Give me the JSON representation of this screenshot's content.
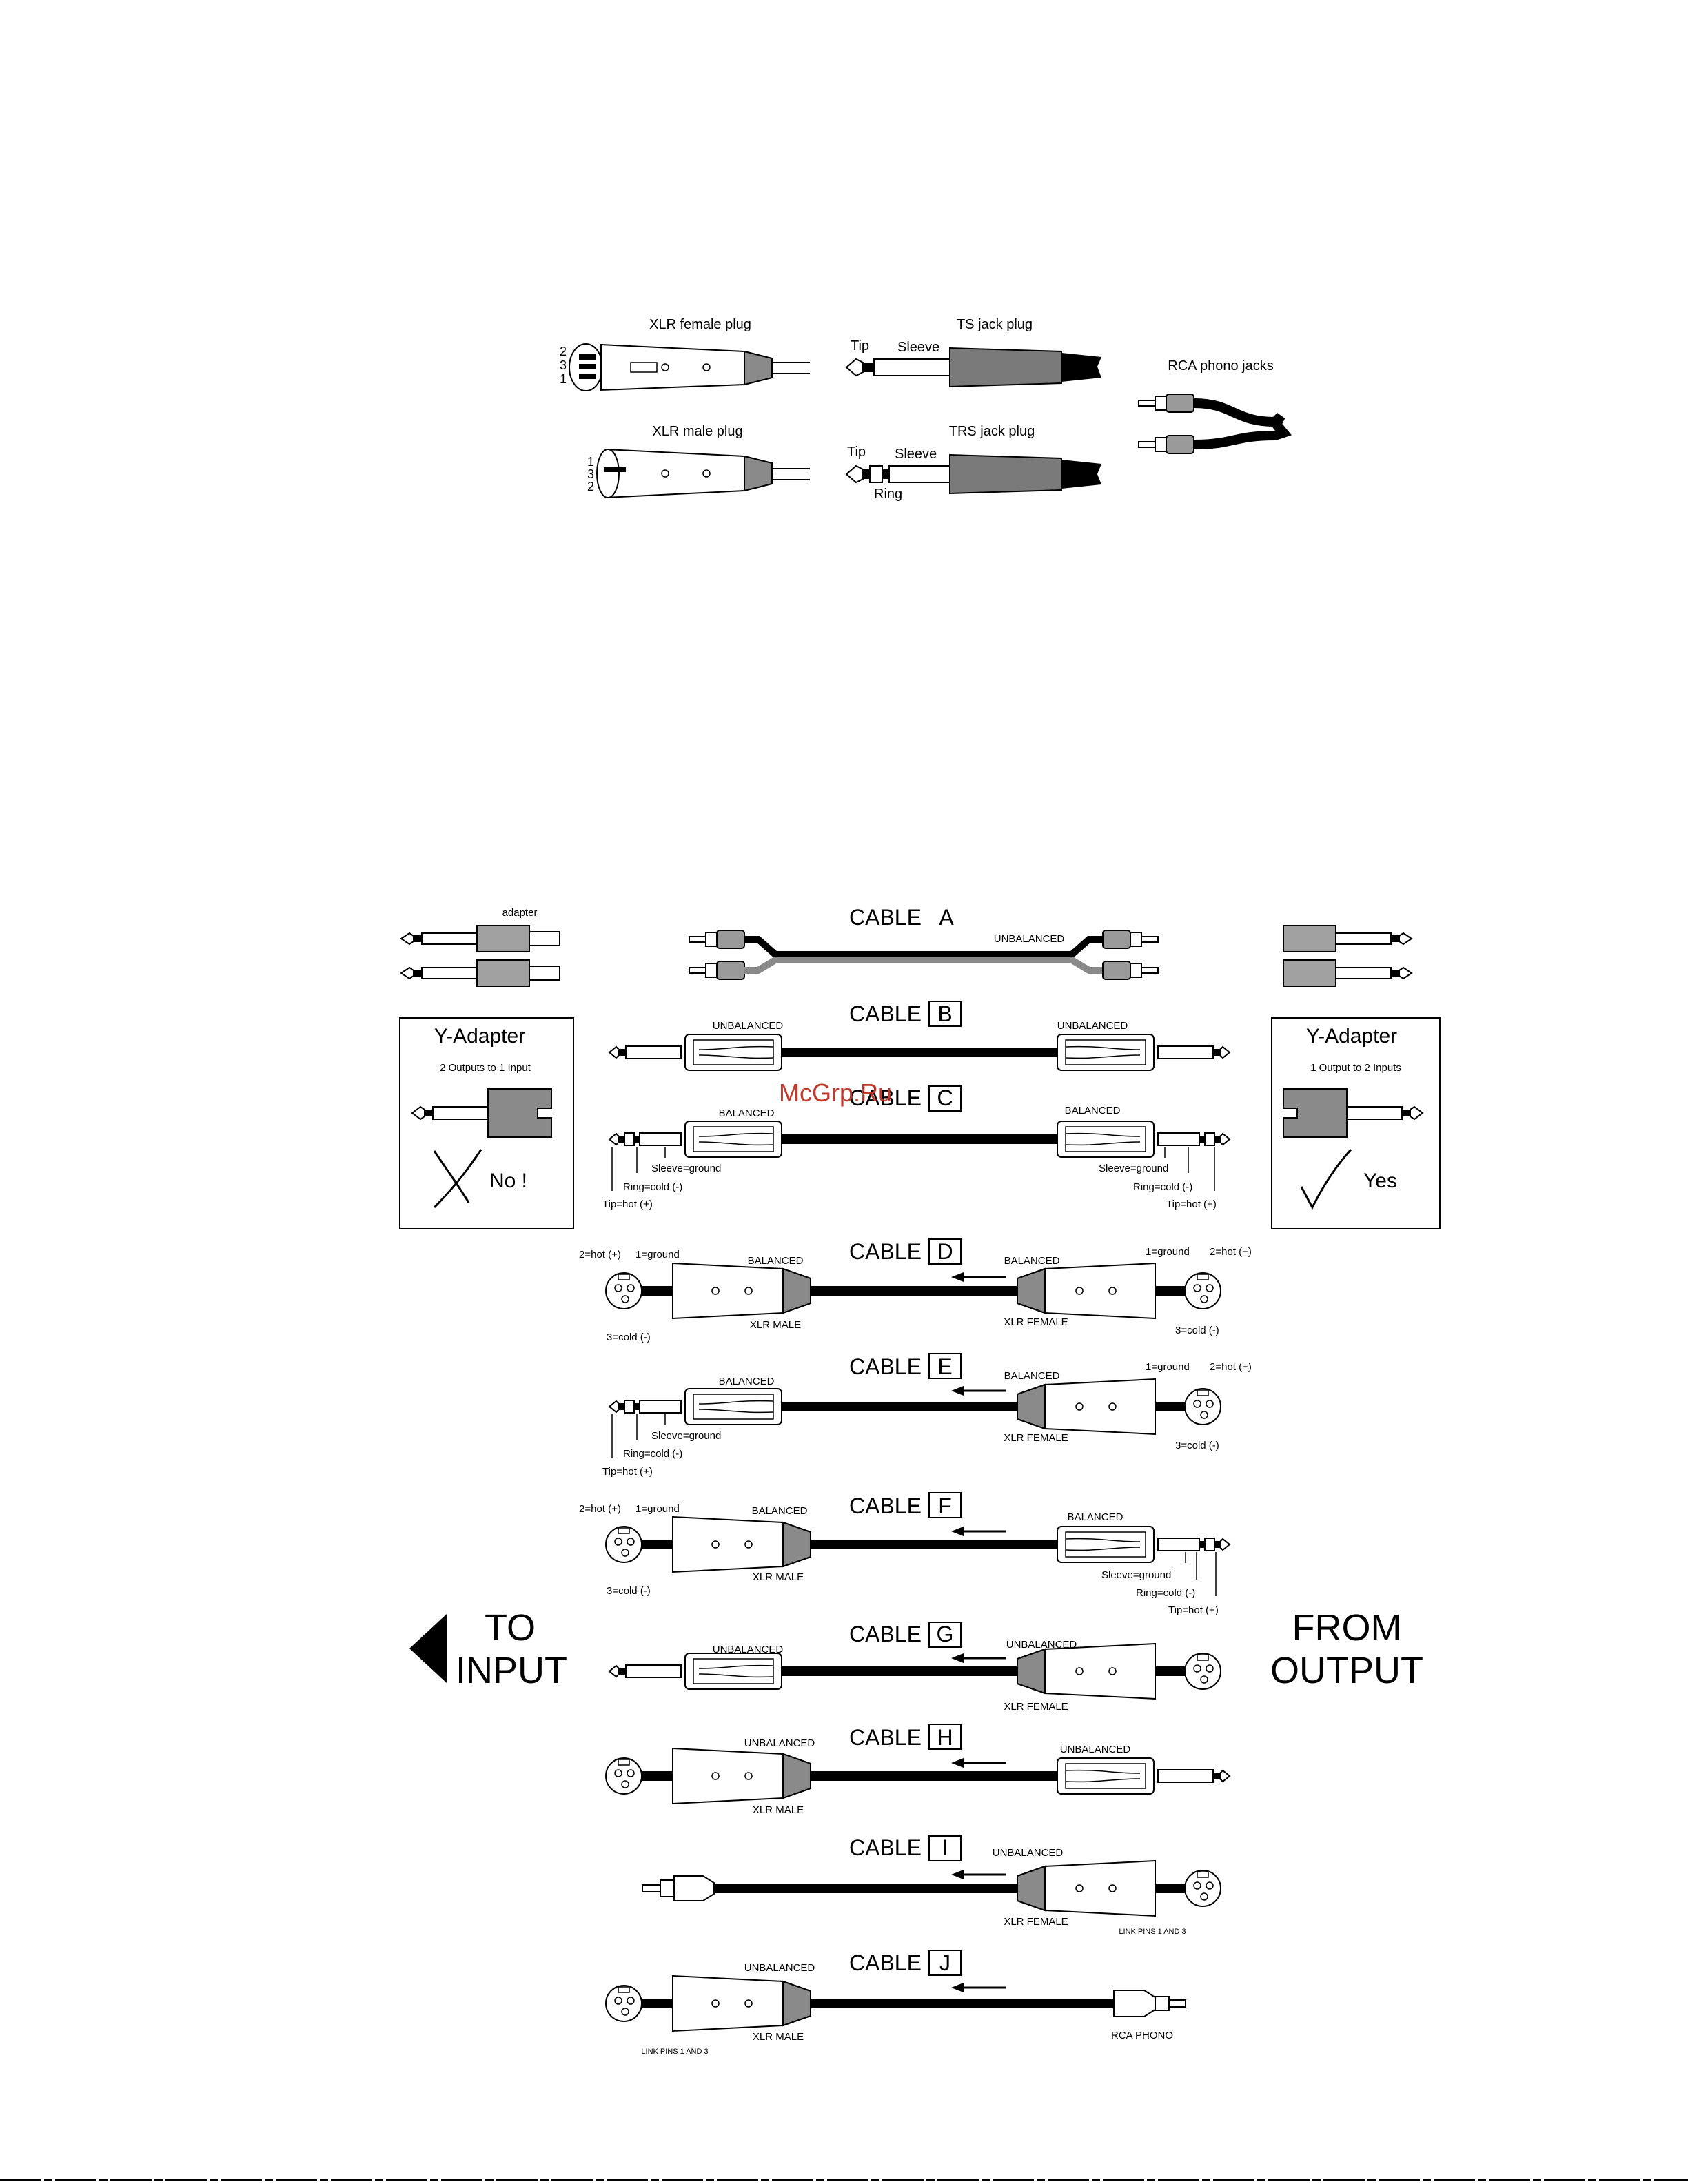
{
  "connector_legend": {
    "xlr_female": {
      "title": "XLR female plug",
      "pins": [
        "2",
        "3",
        "1"
      ]
    },
    "xlr_male": {
      "title": "XLR male plug",
      "pins": [
        "1",
        "3",
        "2"
      ]
    },
    "ts_jack": {
      "title": "TS jack plug",
      "tip": "Tip",
      "sleeve": "Sleeve"
    },
    "trs_jack": {
      "title": "TRS jack plug",
      "tip": "Tip",
      "sleeve": "Sleeve",
      "ring": "Ring"
    },
    "rca": {
      "title": "RCA phono jacks"
    }
  },
  "adapter": {
    "label": "adapter"
  },
  "y_left": {
    "title": "Y-Adapter",
    "subtitle": "2 Outputs to 1 Input",
    "verdict": "No !"
  },
  "y_right": {
    "title": "Y-Adapter",
    "subtitle": "1 Output to 2 Inputs",
    "verdict": "Yes"
  },
  "to_input": {
    "line1": "TO",
    "line2": "INPUT"
  },
  "from_output": {
    "line1": "FROM",
    "line2": "OUTPUT"
  },
  "watermark": "McGrp.Ru",
  "cable_word": "CABLE",
  "cables": [
    {
      "letter": "A",
      "right_label": "UNBALANCED"
    },
    {
      "letter": "B",
      "left_label": "UNBALANCED",
      "right_label": "UNBALANCED"
    },
    {
      "letter": "C",
      "left_label": "BALANCED",
      "right_label": "BALANCED",
      "left_sleeve": "Sleeve=ground",
      "left_ring": "Ring=cold (-)",
      "left_tip": "Tip=hot (+)",
      "right_sleeve": "Sleeve=ground",
      "right_ring": "Ring=cold (-)",
      "right_tip": "Tip=hot (+)"
    },
    {
      "letter": "D",
      "left_label": "BALANCED",
      "right_label": "BALANCED",
      "left_type": "XLR MALE",
      "right_type": "XLR FEMALE",
      "left_hot": "2=hot (+)",
      "left_ground": "1=ground",
      "left_cold": "3=cold (-)",
      "right_ground": "1=ground",
      "right_hot": "2=hot (+)",
      "right_cold": "3=cold (-)"
    },
    {
      "letter": "E",
      "left_label": "BALANCED",
      "right_label": "BALANCED",
      "right_type": "XLR FEMALE",
      "left_sleeve": "Sleeve=ground",
      "left_ring": "Ring=cold (-)",
      "left_tip": "Tip=hot (+)",
      "right_ground": "1=ground",
      "right_hot": "2=hot (+)",
      "right_cold": "3=cold (-)"
    },
    {
      "letter": "F",
      "left_label": "BALANCED",
      "right_label": "BALANCED",
      "left_type": "XLR MALE",
      "left_hot": "2=hot (+)",
      "left_ground": "1=ground",
      "left_cold": "3=cold (-)",
      "right_sleeve": "Sleeve=ground",
      "right_ring": "Ring=cold (-)",
      "right_tip": "Tip=hot (+)"
    },
    {
      "letter": "G",
      "left_label": "UNBALANCED",
      "right_label": "UNBALANCED",
      "right_type": "XLR FEMALE"
    },
    {
      "letter": "H",
      "left_label": "UNBALANCED",
      "right_label": "UNBALANCED",
      "left_type": "XLR MALE"
    },
    {
      "letter": "I",
      "right_label": "UNBALANCED",
      "right_type": "XLR FEMALE",
      "link_note": "LINK PINS 1 AND 3"
    },
    {
      "letter": "J",
      "left_label": "UNBALANCED",
      "left_type": "XLR MALE",
      "right_type": "RCA PHONO",
      "link_note": "LINK PINS 1 AND 3"
    }
  ]
}
